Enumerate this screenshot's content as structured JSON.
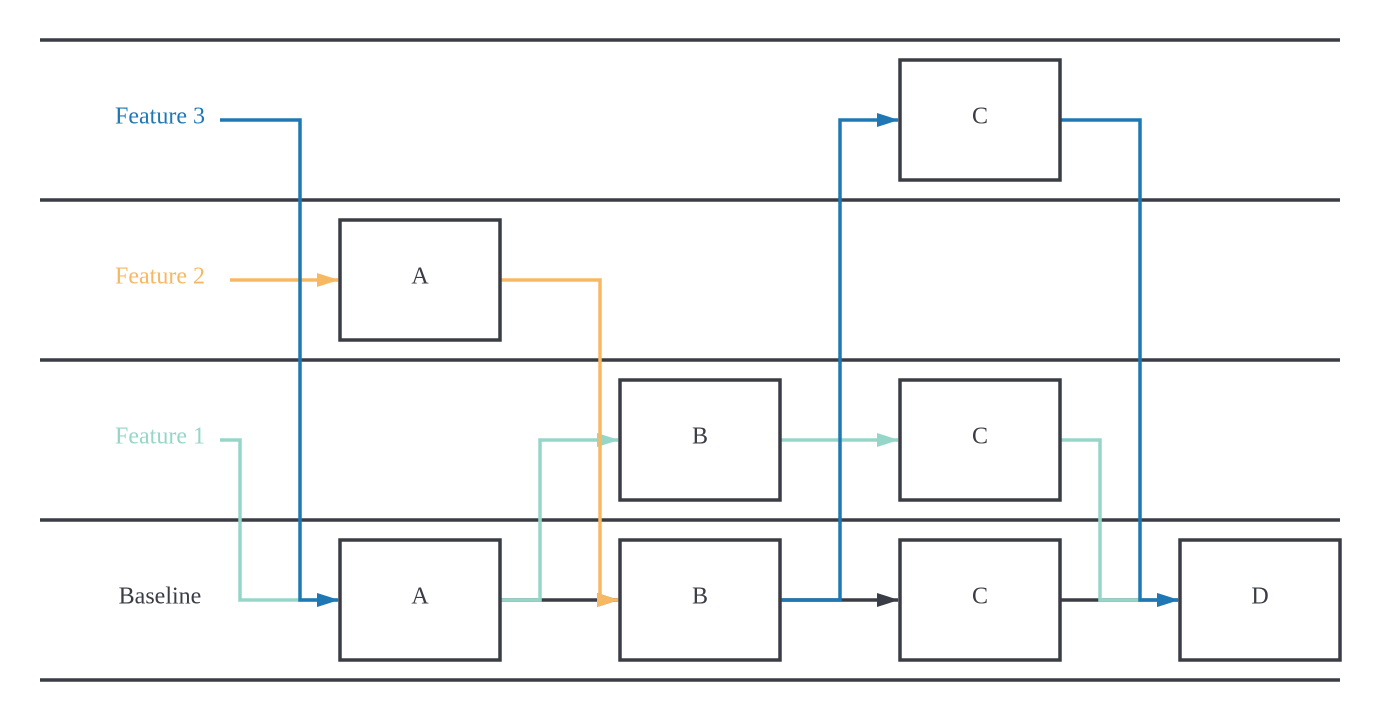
{
  "lanes": {
    "feature3": {
      "label": "Feature 3",
      "color": "#1f78b4"
    },
    "feature2": {
      "label": "Feature 2",
      "color": "#f7b862"
    },
    "feature1": {
      "label": "Feature 1",
      "color": "#96d6c8"
    },
    "baseline": {
      "label": "Baseline",
      "color": "#3a3d45"
    }
  },
  "nodes": {
    "f3_c": {
      "label": "C"
    },
    "f2_a": {
      "label": "A"
    },
    "f1_b": {
      "label": "B"
    },
    "f1_c": {
      "label": "C"
    },
    "base_a": {
      "label": "A"
    },
    "base_b": {
      "label": "B"
    },
    "base_c": {
      "label": "C"
    },
    "base_d": {
      "label": "D"
    }
  },
  "colors": {
    "line": "#3a3d45",
    "feature3": "#1f78b4",
    "feature2": "#f7b862",
    "feature1": "#96d6c8"
  }
}
